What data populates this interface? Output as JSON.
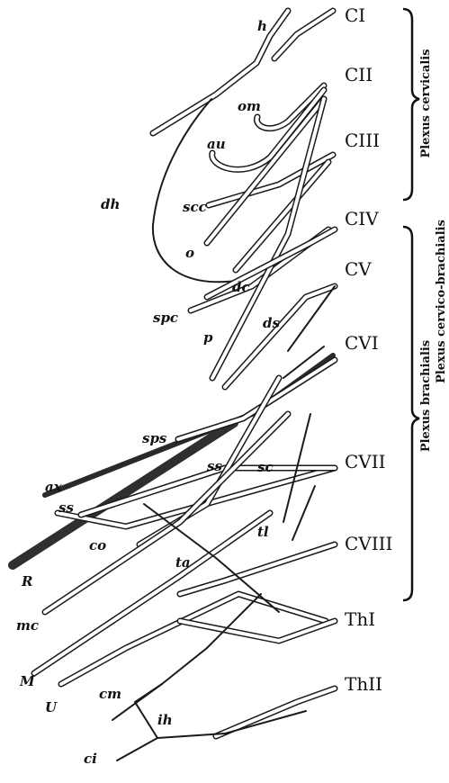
{
  "roots": [
    "CI",
    "CII",
    "CIII",
    "CIV",
    "CV",
    "CVI",
    "CVII",
    "CVIII",
    "ThI",
    "ThII"
  ],
  "plexus": {
    "cervicalis": "Plexus cervicalis",
    "brachialis": "Plexus brachialis",
    "cervico_brachialis": "Plexus cervico-brachialis"
  },
  "labels": {
    "h": "h",
    "om": "om",
    "au": "au",
    "dh": "dh",
    "scc": "scc",
    "o": "o",
    "dc": "dc",
    "spc": "spc",
    "p": "p",
    "ds": "ds",
    "sps": "sps",
    "ss": "ss",
    "sc": "sc",
    "ax": "ax",
    "ss2": "ss",
    "tl": "tl",
    "co": "co",
    "ta": "ta",
    "R": "R",
    "mc": "mc",
    "M": "M",
    "U": "U",
    "cm": "cm",
    "ih": "ih",
    "ci": "ci"
  },
  "colors": {
    "ink": "#1a1a1a",
    "paper": "#ffffff"
  }
}
